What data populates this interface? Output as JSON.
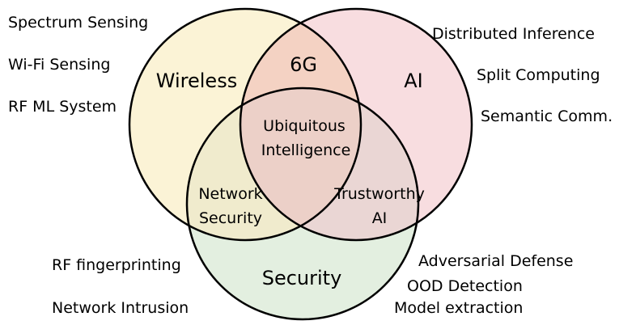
{
  "colors": {
    "wireless_fill": "#fbf3d6",
    "ai_fill": "#f8dde0",
    "security_fill": "#e3efe0",
    "wireless_ai_overlap": "#f4d2c3",
    "wireless_security_overlap": "#f0ebcd",
    "ai_security_overlap": "#ead6d4",
    "center_overlap": "#ecd0c8",
    "stroke": "#000000"
  },
  "circles": {
    "wireless": "Wireless",
    "ai": "AI",
    "security": "Security"
  },
  "overlaps": {
    "wireless_ai": "6G",
    "center_line1": "Ubiquitous",
    "center_line2": "Intelligence",
    "wireless_security_line1": "Network",
    "wireless_security_line2": "Security",
    "ai_security_line1": "Trustworthy",
    "ai_security_line2": "AI"
  },
  "wireless_topics": [
    "Spectrum Sensing",
    "Wi-Fi Sensing",
    "RF ML System"
  ],
  "ai_topics": [
    "Distributed Inference",
    "Split Computing",
    "Semantic Comm."
  ],
  "security_topics_left": [
    "RF fingerprinting",
    "Network Intrusion"
  ],
  "security_topics_right": [
    "Adversarial Defense",
    "OOD Detection",
    "Model extraction"
  ]
}
